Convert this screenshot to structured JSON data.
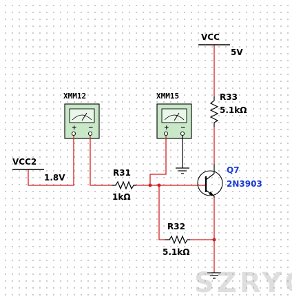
{
  "labels": {
    "vcc": "VCC",
    "vcc_value": "5V",
    "r33": "R33",
    "r33_value": "5.1kΩ",
    "xmm12": "XMM12",
    "xmm15": "XMM15",
    "vcc2": "VCC2",
    "vcc2_value": "1.8V",
    "r31": "R31",
    "r31_value": "1kΩ",
    "q7": "Q7",
    "q7_part": "2N3903",
    "r32": "R32",
    "r32_value": "5.1kΩ"
  },
  "watermark": "SZRYG",
  "colors": {
    "wire": "#d21f1f",
    "component": "#000000",
    "blue_label": "#1a3bd6",
    "meter_body": "#c8e8c8"
  }
}
